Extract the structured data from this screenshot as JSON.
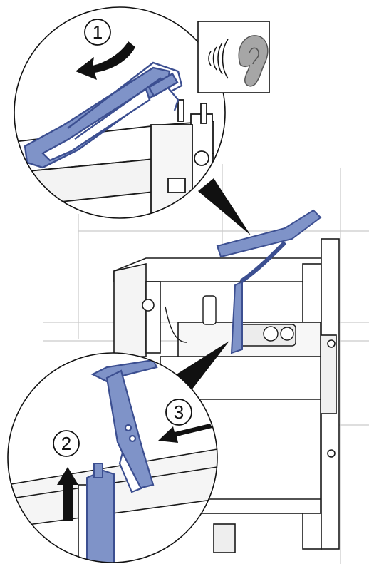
{
  "steps": [
    {
      "number": "1"
    },
    {
      "number": "2"
    },
    {
      "number": "3"
    }
  ],
  "icons": {
    "sound": "ear-icon",
    "arrows": [
      "curved-arrow-icon",
      "up-arrow-icon",
      "left-arrow-icon"
    ]
  },
  "colors": {
    "part_blue": "#7f93c8",
    "part_blue_dark": "#3c4f91",
    "line": "#1a1a1a",
    "grid": "#c9c9c9",
    "ear": "#a6a6a6"
  }
}
